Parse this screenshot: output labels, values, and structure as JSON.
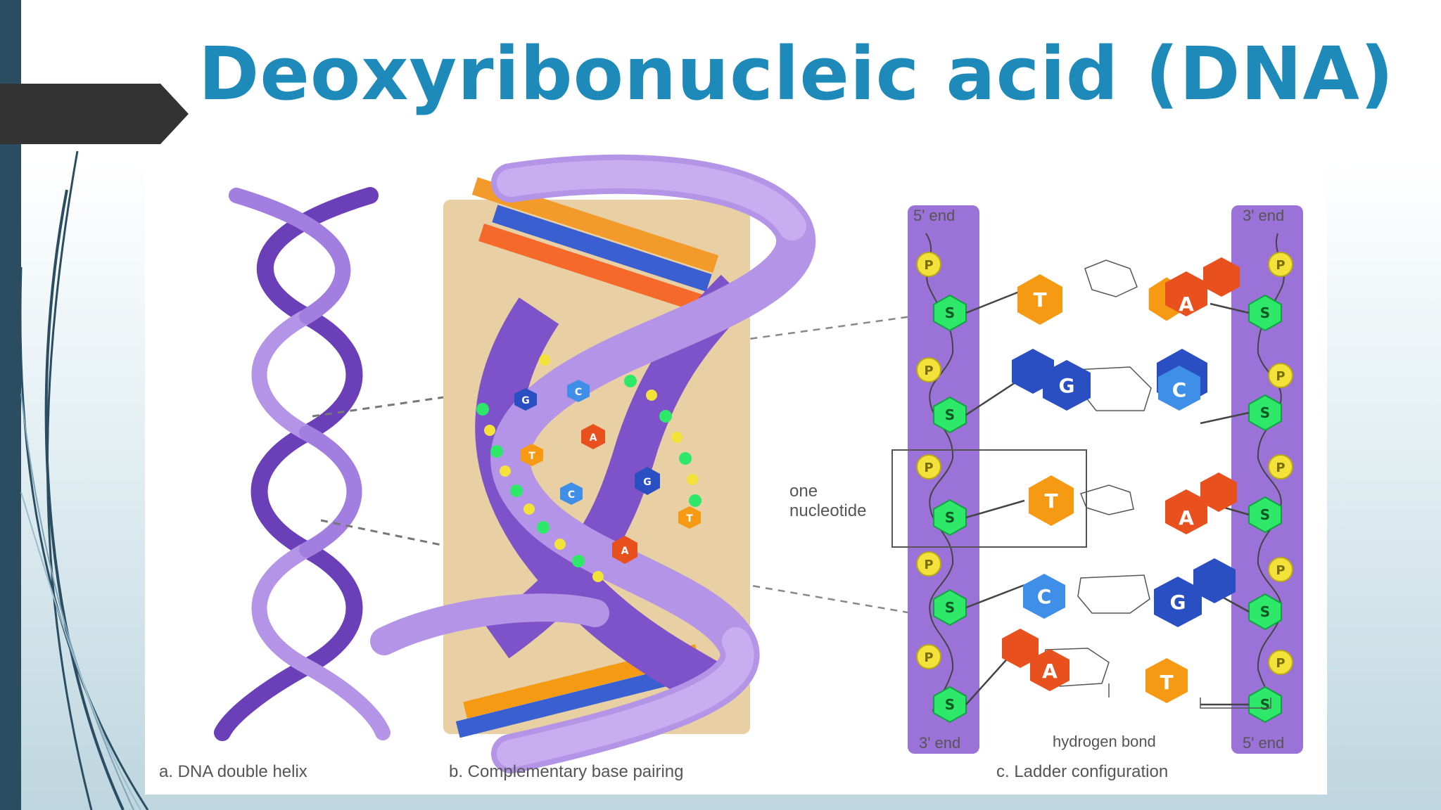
{
  "slide": {
    "title": "Deoxyribonucleic acid (DNA)"
  },
  "colors": {
    "accent": "#1e8ab9",
    "sidebar": "#2b4d62",
    "backbone_purple": "#9b72d8",
    "dark_purple": "#6a3fb8",
    "sugar": "#2ee86a",
    "phosphate": "#f2e23a",
    "adenine": "#e8501e",
    "thymine": "#f59a12",
    "guanine": "#2a4fc2",
    "cytosine": "#3f8fe8",
    "panel_tan": "#e9cfa4"
  },
  "figure": {
    "caption_a": "a. DNA double helix",
    "caption_b": "b. Complementary base pairing",
    "caption_c": "c. Ladder configuration",
    "end_5_top": "5' end",
    "end_3_top": "3' end",
    "end_3_bottom": "3' end",
    "end_5_bottom": "5' end",
    "nucleotide_label_1": "one",
    "nucleotide_label_2": "nucleotide",
    "hbond_label": "hydrogen bond",
    "phosphate_letter": "P",
    "sugar_letter": "S",
    "ladder_pairs": [
      {
        "left": "T",
        "right": "A"
      },
      {
        "left": "G",
        "right": "C"
      },
      {
        "left": "T",
        "right": "A"
      },
      {
        "left": "C",
        "right": "G"
      },
      {
        "left": "A",
        "right": "T"
      }
    ],
    "helix_pairs": [
      {
        "left": "G",
        "right": "C"
      },
      {
        "left": "T",
        "right": "A"
      },
      {
        "left": "C",
        "right": "G"
      },
      {
        "left": "A",
        "right": "T"
      }
    ]
  }
}
